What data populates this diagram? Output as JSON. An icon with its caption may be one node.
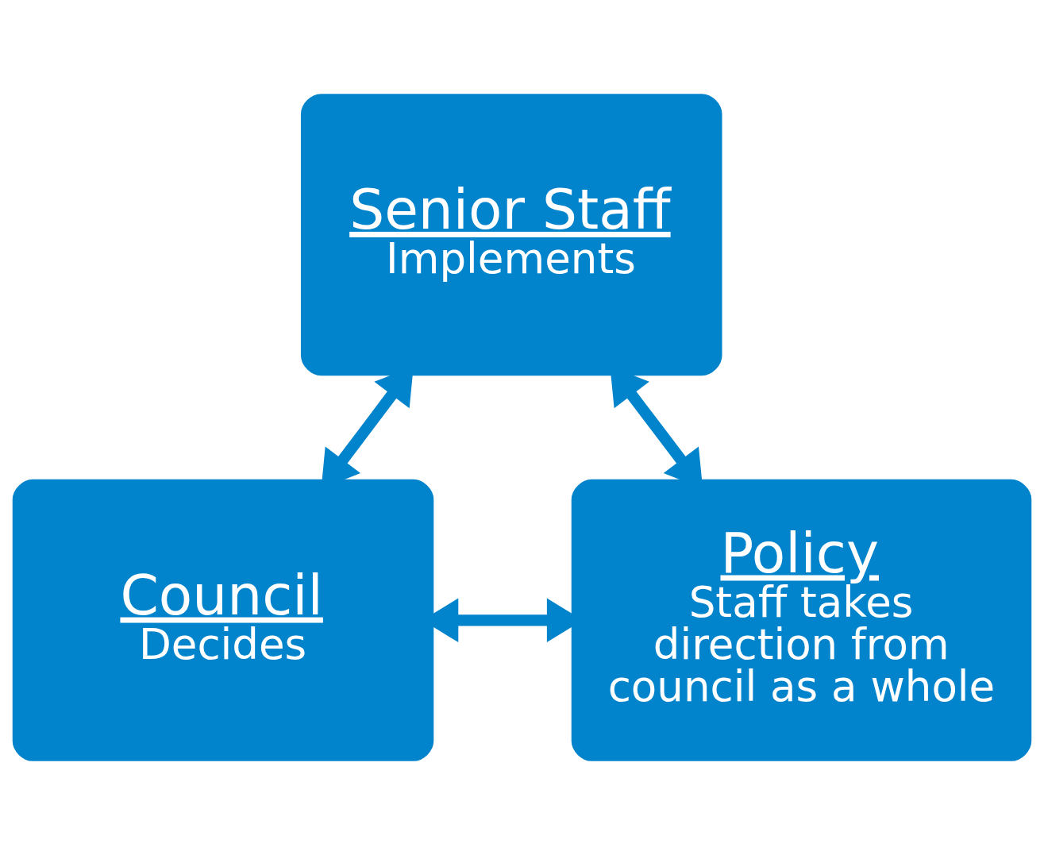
{
  "diagram": {
    "nodes": [
      {
        "text": [
          "Senior Staff",
          "Implements"
        ]
      },
      {
        "text": [
          "Council",
          "Decides"
        ]
      },
      {
        "text": [
          "Policy",
          "Staff takes direction from council as a whole"
        ]
      }
    ],
    "edges": [
      {
        "from": 1,
        "to": 0,
        "arrow": "both"
      },
      {
        "from": 0,
        "to": 2,
        "arrow": "both"
      },
      {
        "from": 1,
        "to": 2,
        "arrow": "both"
      }
    ]
  }
}
